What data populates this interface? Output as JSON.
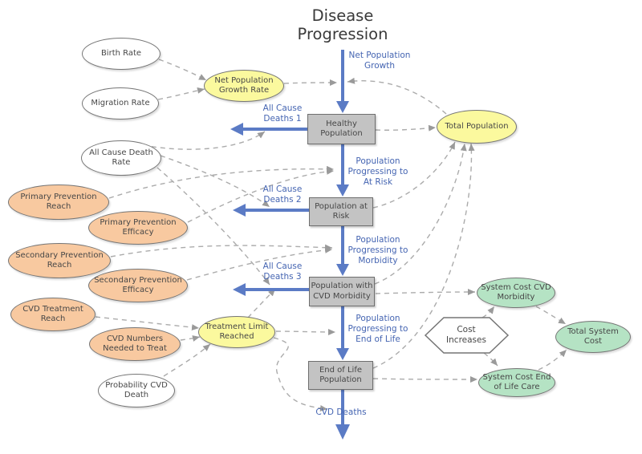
{
  "title": {
    "lines": [
      "Disease",
      "Progression"
    ]
  },
  "colors": {
    "stock-fill": "#c3c3c3",
    "stock-border": "#6e6e6e",
    "ellipse-border": "#757575",
    "white-fill": "#ffffff",
    "yellow-fill": "#fbf99e",
    "salmon-fill": "#f8c9a0",
    "green-fill": "#b5e3c4",
    "flow-blue": "#5b7bc5",
    "label-blue": "#4565b2",
    "link-gray": "#ababab",
    "text-dark": "#474747"
  },
  "stocks": {
    "healthy_population": {
      "lines": [
        "Healthy",
        "Population"
      ]
    },
    "population_at_risk": {
      "lines": [
        "Population at",
        "Risk"
      ]
    },
    "population_with_cvd_morbidity": {
      "lines": [
        "Population with",
        "CVD Morbidity"
      ]
    },
    "end_of_life_population": {
      "lines": [
        "End of Life",
        "Population"
      ]
    }
  },
  "flows": {
    "net_population_growth": {
      "lines": [
        "Net Population",
        "Growth"
      ]
    },
    "all_cause_deaths_1": {
      "lines": [
        "All Cause",
        "Deaths 1"
      ]
    },
    "population_progressing_to_at_risk": {
      "lines": [
        "Population",
        "Progressing to",
        "At Risk"
      ]
    },
    "all_cause_deaths_2": {
      "lines": [
        "All Cause",
        "Deaths 2"
      ]
    },
    "population_progressing_to_morbidity": {
      "lines": [
        "Population",
        "Progressing to",
        "Morbidity"
      ]
    },
    "all_cause_deaths_3": {
      "lines": [
        "All Cause",
        "Deaths 3"
      ]
    },
    "population_progressing_to_end_of_life": {
      "lines": [
        "Population",
        "Progressing to",
        "End of Life"
      ]
    },
    "cvd_deaths": {
      "lines": [
        "CVD Deaths"
      ]
    }
  },
  "nodes": {
    "birth_rate": {
      "lines": [
        "Birth Rate"
      ],
      "fill": "white"
    },
    "migration_rate": {
      "lines": [
        "Migration Rate"
      ],
      "fill": "white"
    },
    "all_cause_death_rate": {
      "lines": [
        "All Cause Death",
        "Rate"
      ],
      "fill": "white"
    },
    "net_population_growth_rate": {
      "lines": [
        "Net Population",
        "Growth Rate"
      ],
      "fill": "yellow"
    },
    "total_population": {
      "lines": [
        "Total Population"
      ],
      "fill": "yellow"
    },
    "primary_prevention_reach": {
      "lines": [
        "Primary Prevention",
        "Reach"
      ],
      "fill": "salmon"
    },
    "primary_prevention_efficacy": {
      "lines": [
        "Primary Prevention",
        "Efficacy"
      ],
      "fill": "salmon"
    },
    "secondary_prevention_reach": {
      "lines": [
        "Secondary Prevention",
        "Reach"
      ],
      "fill": "salmon"
    },
    "secondary_prevention_efficacy": {
      "lines": [
        "Secondary Prevention",
        "Efficacy"
      ],
      "fill": "salmon"
    },
    "cvd_treatment_reach": {
      "lines": [
        "CVD Treatment",
        "Reach"
      ],
      "fill": "salmon"
    },
    "cvd_numbers_needed_to_treat": {
      "lines": [
        "CVD Numbers",
        "Needed to Treat"
      ],
      "fill": "salmon"
    },
    "probability_cvd_death": {
      "lines": [
        "Probability CVD",
        "Death"
      ],
      "fill": "white"
    },
    "treatment_limit_reached": {
      "lines": [
        "Treatment Limit",
        "Reached"
      ],
      "fill": "yellow"
    },
    "cost_increases": {
      "lines": [
        "Cost",
        "Increases"
      ],
      "shape": "hexagon",
      "fill": "white"
    },
    "system_cost_cvd_morbidity": {
      "lines": [
        "System Cost CVD",
        "Morbidity"
      ],
      "fill": "green"
    },
    "total_system_cost": {
      "lines": [
        "Total System",
        "Cost"
      ],
      "fill": "green"
    },
    "system_cost_end_of_life_care": {
      "lines": [
        "System Cost End",
        "of Life Care"
      ],
      "fill": "green"
    }
  },
  "links": [
    {
      "from": "Birth Rate",
      "to": "Net Population Growth Rate"
    },
    {
      "from": "Migration Rate",
      "to": "Net Population Growth Rate"
    },
    {
      "from": "Net Population Growth Rate",
      "to": "Net Population Growth"
    },
    {
      "from": "Total Population",
      "to": "Net Population Growth"
    },
    {
      "from": "All Cause Death Rate",
      "to": "All Cause Deaths 1"
    },
    {
      "from": "All Cause Death Rate",
      "to": "All Cause Deaths 2"
    },
    {
      "from": "All Cause Death Rate",
      "to": "All Cause Deaths 3"
    },
    {
      "from": "Primary Prevention Reach",
      "to": "Population Progressing to At Risk"
    },
    {
      "from": "Primary Prevention Efficacy",
      "to": "Population Progressing to At Risk"
    },
    {
      "from": "Secondary Prevention Reach",
      "to": "Population Progressing to Morbidity"
    },
    {
      "from": "Secondary Prevention Efficacy",
      "to": "Population Progressing to Morbidity"
    },
    {
      "from": "CVD Treatment Reach",
      "to": "Treatment Limit Reached"
    },
    {
      "from": "CVD Numbers Needed to Treat",
      "to": "Treatment Limit Reached"
    },
    {
      "from": "Probability CVD Death",
      "to": "Treatment Limit Reached"
    },
    {
      "from": "Treatment Limit Reached",
      "to": "All Cause Deaths 3"
    },
    {
      "from": "Treatment Limit Reached",
      "to": "Population Progressing to End of Life"
    },
    {
      "from": "Treatment Limit Reached",
      "to": "CVD Deaths"
    },
    {
      "from": "Healthy Population",
      "to": "Total Population"
    },
    {
      "from": "Population at Risk",
      "to": "Total Population"
    },
    {
      "from": "Population with CVD Morbidity",
      "to": "Total Population"
    },
    {
      "from": "End of Life Population",
      "to": "Total Population"
    },
    {
      "from": "Population with CVD Morbidity",
      "to": "System Cost CVD Morbidity"
    },
    {
      "from": "End of Life Population",
      "to": "System Cost End of Life Care"
    },
    {
      "from": "Cost Increases",
      "to": "System Cost CVD Morbidity"
    },
    {
      "from": "Cost Increases",
      "to": "System Cost End of Life Care"
    },
    {
      "from": "System Cost CVD Morbidity",
      "to": "Total System Cost"
    },
    {
      "from": "System Cost End of Life Care",
      "to": "Total System Cost"
    }
  ]
}
